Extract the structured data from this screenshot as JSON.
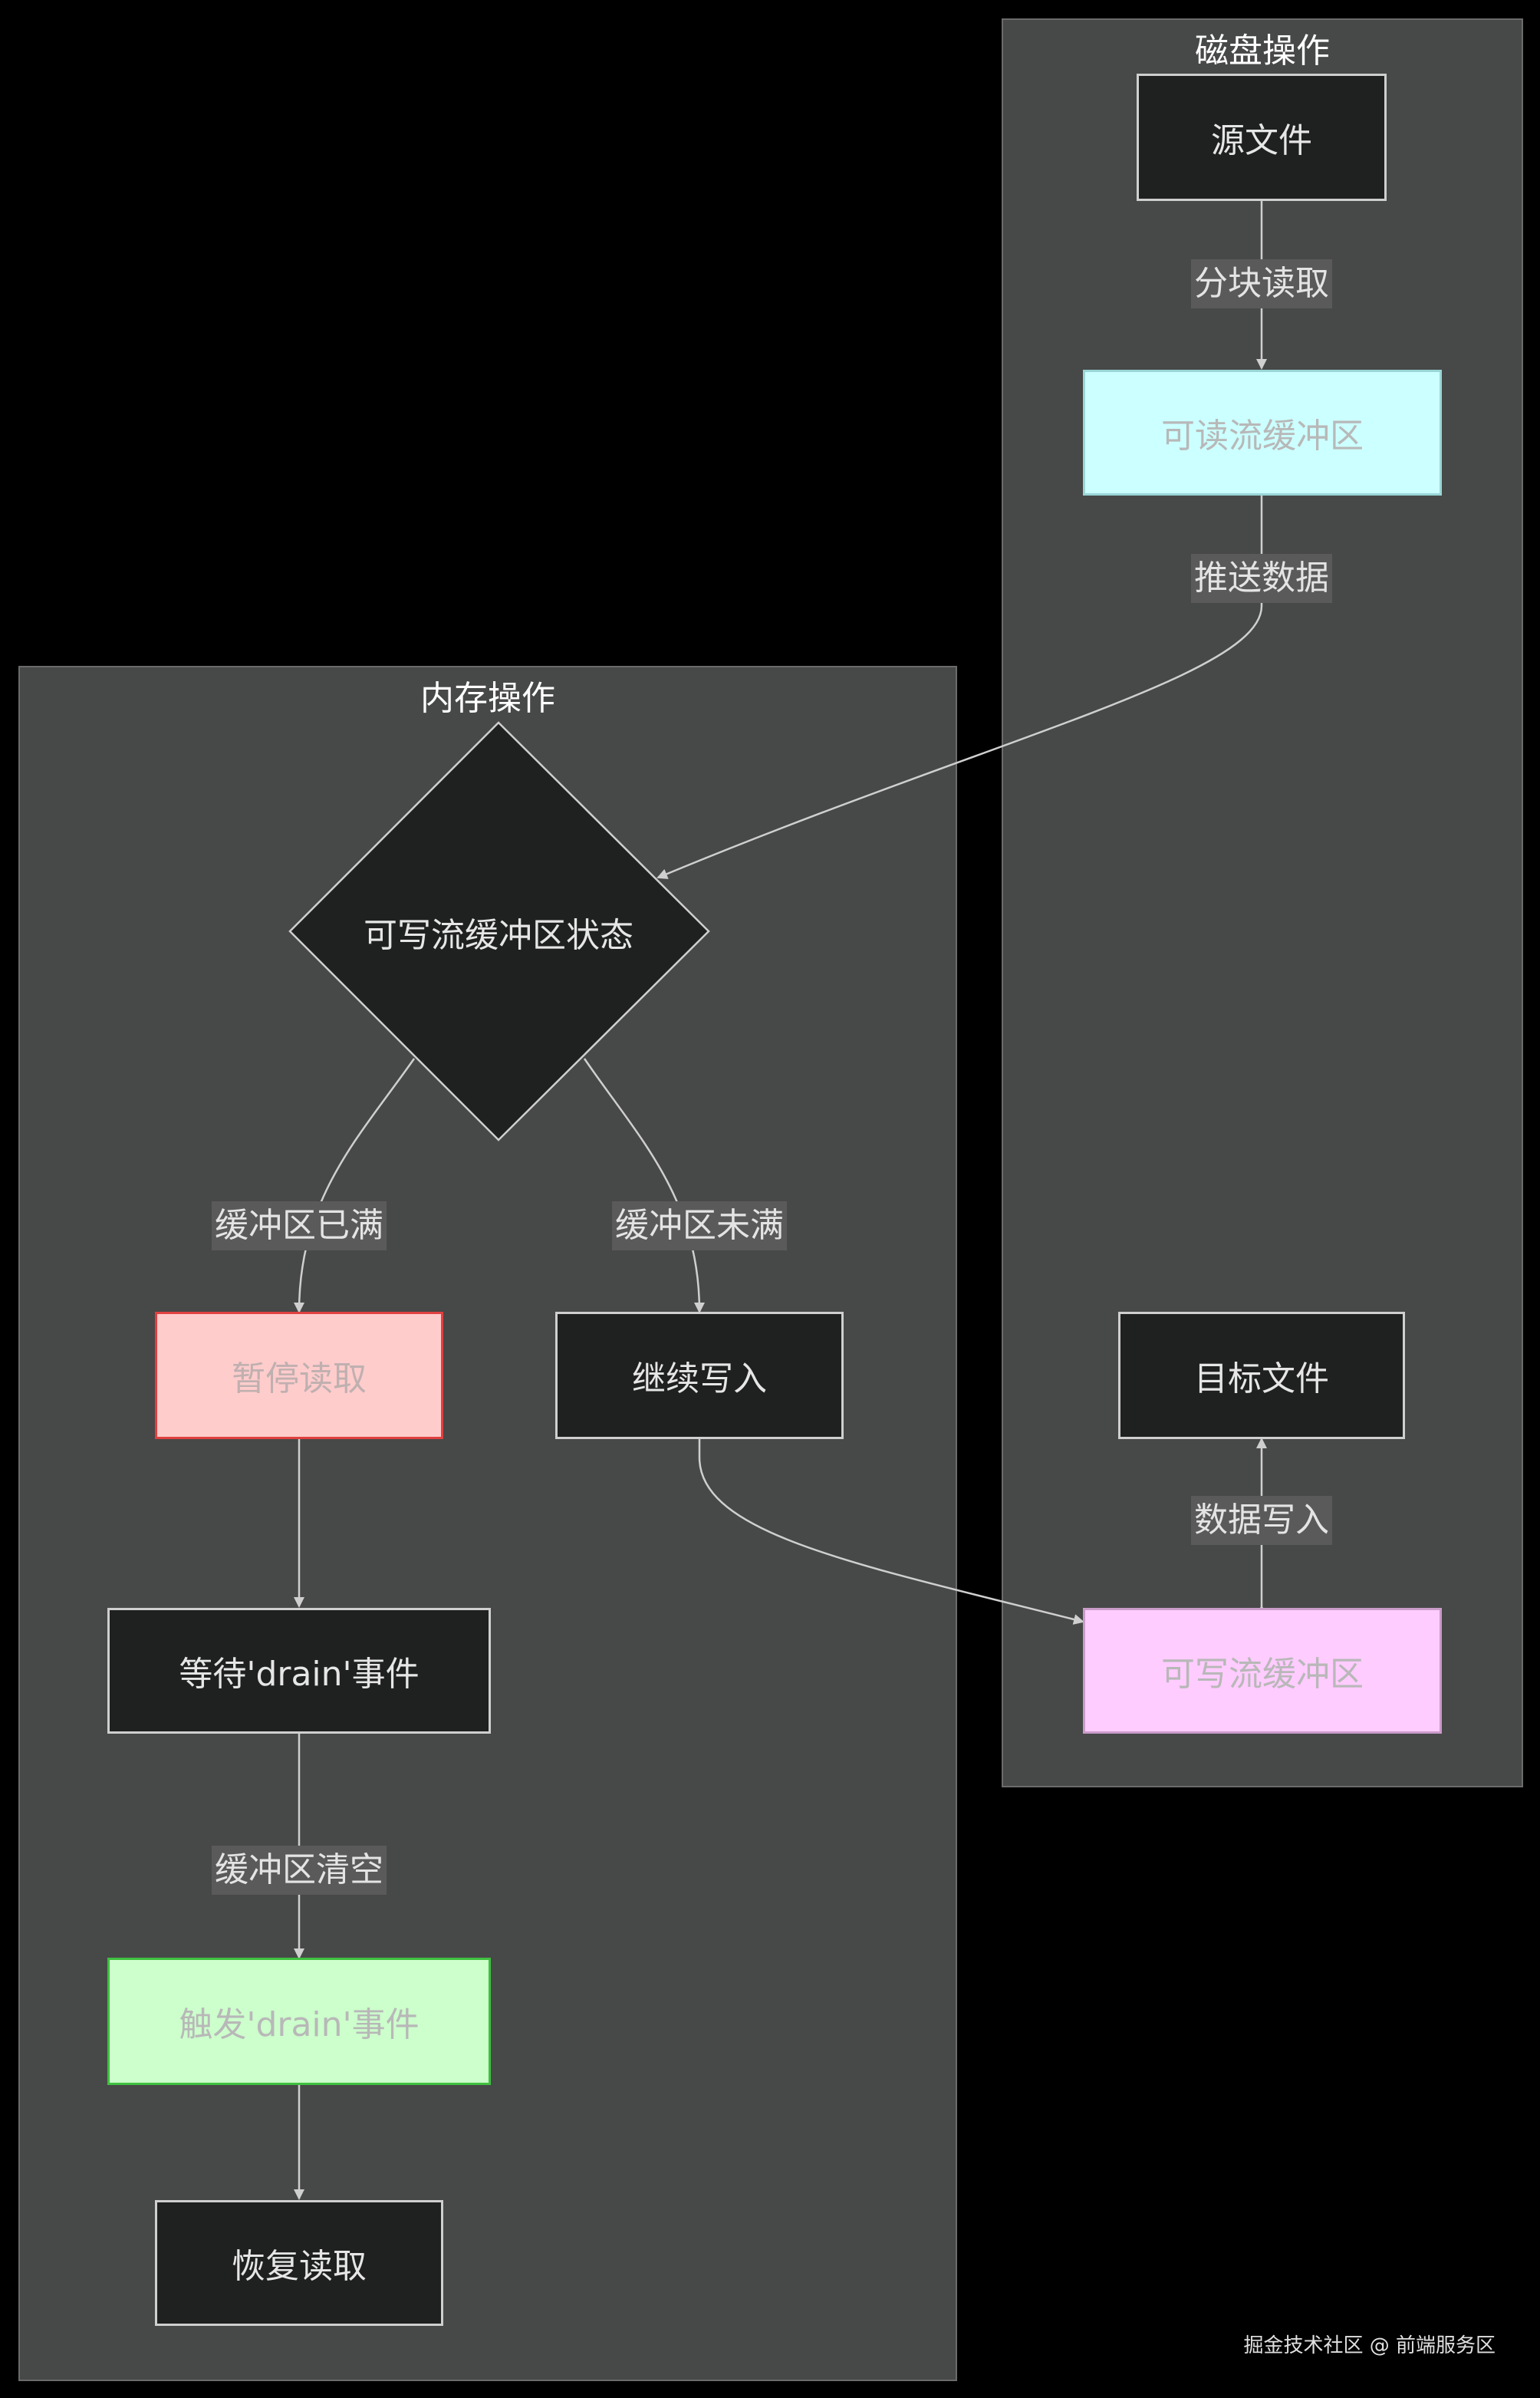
{
  "clusters": {
    "disk": {
      "title": "磁盘操作"
    },
    "memory": {
      "title": "内存操作"
    }
  },
  "nodes": {
    "source_file": "源文件",
    "readable_buffer": "可读流缓冲区",
    "writable_status": "可写流缓冲区状态",
    "pause_read": "暂停读取",
    "continue_write": "继续写入",
    "wait_drain": "等待'drain'事件",
    "trigger_drain": "触发'drain'事件",
    "resume_read": "恢复读取",
    "target_file": "目标文件",
    "writable_buffer": "可写流缓冲区"
  },
  "edges": {
    "chunk_read": "分块读取",
    "push_data": "推送数据",
    "buffer_full": "缓冲区已满",
    "buffer_not_full": "缓冲区未满",
    "buffer_cleared": "缓冲区清空",
    "data_write": "数据写入"
  },
  "colors": {
    "readable_buffer_fill": "#ccffff",
    "pause_read_fill": "#ffcccc",
    "pause_read_stroke": "#e04040",
    "trigger_drain_fill": "#ccffcc",
    "trigger_drain_stroke": "#40c040",
    "writable_buffer_fill": "#ffccff"
  },
  "watermark": "掘金技术社区 @ 前端服务区"
}
